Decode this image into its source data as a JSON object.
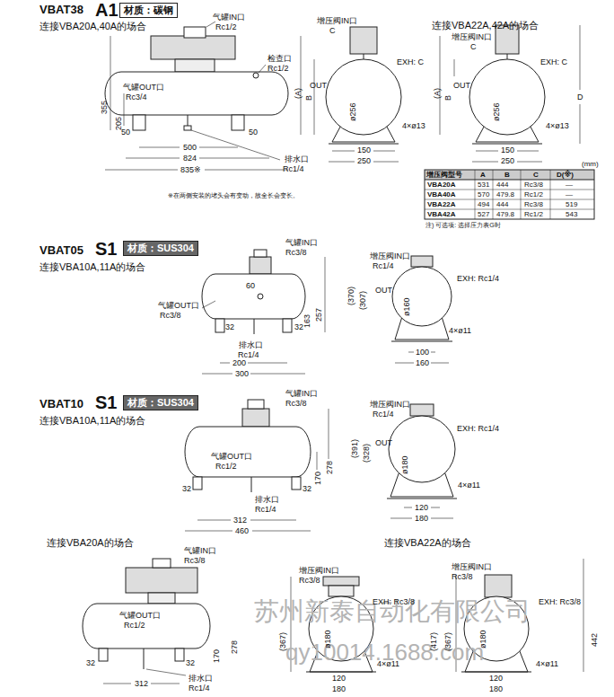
{
  "diagram": {
    "nodes": [
      {
        "text": [
          "材质：碳钢"
        ]
      },
      {
        "text": [
          "材质：SUS304"
        ]
      },
      {
        "text": [
          "材质：SUS304"
        ]
      }
    ],
    "labels": [
      "VBAT38",
      "A1",
      "连接VBA20A,40A的场合",
      "连接VBA22A,42A的场合",
      "气罐IN口",
      "Rc1/2",
      "检查口",
      "Rc1/2",
      "气罐OUT口",
      "Rc3/4",
      "355",
      "205",
      "50",
      "50",
      "500",
      "824",
      "835※",
      "排水口",
      "Rc1/4",
      "※在两侧安装的堵头会有变动，故全长会变长。",
      "增压阀IN口",
      "C",
      "EXH: C",
      "(A)",
      "B",
      "OUT",
      "ø256",
      "4×ø13",
      "150",
      "250",
      "增压阀IN口",
      "C",
      "EXH: C",
      "(A)",
      "B",
      "OUT",
      "ø256",
      "4×ø13",
      "D",
      "150",
      "250",
      "(mm)",
      "增压阀型号",
      "A",
      "B",
      "C",
      "D(※)",
      "VBA20A",
      "531",
      "444",
      "Rc3/8",
      "—",
      "VBA40A",
      "570",
      "479.8",
      "Rc1/2",
      "—",
      "VBA22A",
      "494",
      "444",
      "Rc3/8",
      "519",
      "VBA42A",
      "527",
      "479.8",
      "Rc1/2",
      "543",
      "注) 可选项: 选择压力表G时",
      "VBAT05",
      "S1",
      "连接VBA10A,11A的场合",
      "气罐IN口",
      "Rc3/8",
      "60",
      "气罐OUT口",
      "Rc3/8",
      "257",
      "163",
      "32",
      "32",
      "排水口",
      "Rc1/4",
      "200",
      "300",
      "增压阀IN口",
      "Rc1/4",
      "EXH: Rc1/4",
      "(370)",
      "(307)",
      "OUT",
      "ø160",
      "4×ø11",
      "100",
      "160",
      "VBAT10",
      "S1",
      "连接VBA10A,11A的场合",
      "气罐IN口",
      "Rc3/8",
      "气罐OUT口",
      "Rc1/2",
      "170",
      "278",
      "32",
      "32",
      "排水口",
      "Rc1/4",
      "312",
      "460",
      "增压阀IN口",
      "Rc1/4",
      "EXH: Rc1/4",
      "(391)",
      "(328)",
      "OUT",
      "ø180",
      "4×ø11",
      "120",
      "180",
      "连接VBA20A的场合",
      "连接VBA22A的场合",
      "气罐IN口",
      "Rc3/8",
      "气罐OUT口",
      "Rc1/2",
      "170",
      "278",
      "32",
      "32",
      "312",
      "排水口",
      "Rc1/4",
      "增压阀IN口",
      "Rc3/8",
      "EXH: Rc3/8",
      "(367)",
      "ø180",
      "4×ø11",
      "120",
      "180",
      "增压阀IN口",
      "Rc3/8",
      "EXH: Rc3/8",
      "(417)",
      "(367)",
      "442",
      "ø180",
      "4×ø11",
      "120",
      "180",
      "苏州新泰自动化有限公司",
      "qy10014.1688.com"
    ]
  }
}
